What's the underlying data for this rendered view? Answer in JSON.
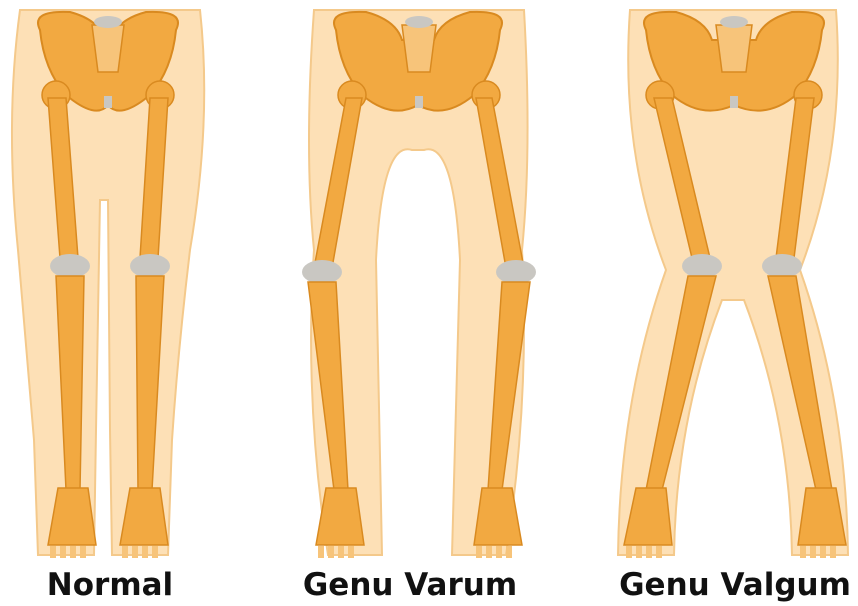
{
  "colors": {
    "skin": "#fde0b6",
    "skin_edge": "#f4c98b",
    "bone": "#f2a941",
    "bone_dark": "#d98a20",
    "cartilage": "#c9c7c2",
    "text": "#111111"
  },
  "panels": [
    {
      "label": "Normal",
      "alignment": "normal"
    },
    {
      "label": "Genu Varum",
      "alignment": "bow-legged"
    },
    {
      "label": "Genu Valgum",
      "alignment": "knock-kneed"
    }
  ]
}
